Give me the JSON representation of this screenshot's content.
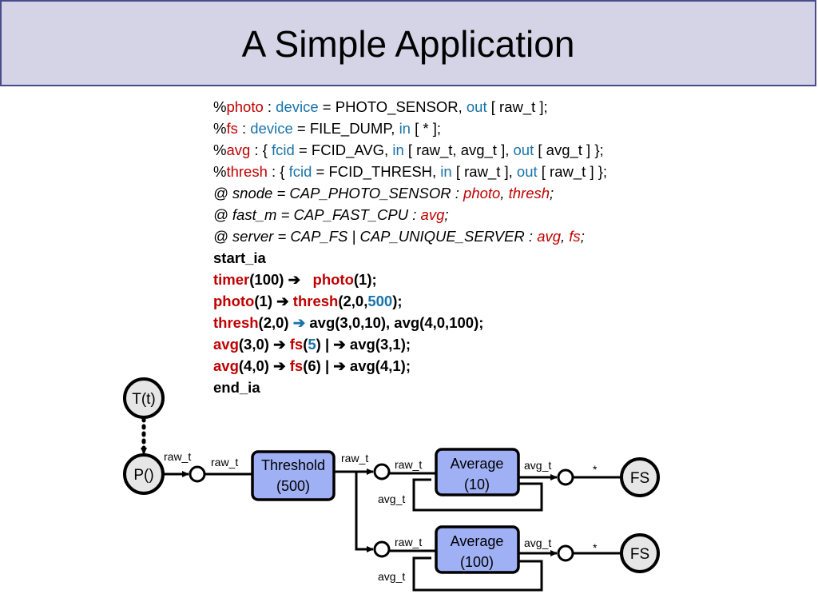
{
  "title": "A Simple Application",
  "code": [
    [
      {
        "t": "%"
      },
      {
        "t": "photo",
        "c": "r"
      },
      {
        "t": " : "
      },
      {
        "t": "device",
        "c": "b"
      },
      {
        "t": " = PHOTO_SENSOR, "
      },
      {
        "t": "out",
        "c": "b"
      },
      {
        "t": " [ raw_t ];"
      }
    ],
    [
      {
        "t": "%"
      },
      {
        "t": "fs",
        "c": "r"
      },
      {
        "t": " : "
      },
      {
        "t": "device",
        "c": "b"
      },
      {
        "t": " = FILE_DUMP, "
      },
      {
        "t": "in",
        "c": "b"
      },
      {
        "t": " [ * ];"
      }
    ],
    [
      {
        "t": "%"
      },
      {
        "t": "avg",
        "c": "r"
      },
      {
        "t": " : { "
      },
      {
        "t": "fcid",
        "c": "b"
      },
      {
        "t": " = FCID_AVG, "
      },
      {
        "t": "in",
        "c": "b"
      },
      {
        "t": " [ raw_t, avg_t ], "
      },
      {
        "t": "out",
        "c": "b"
      },
      {
        "t": " [ avg_t ] };"
      }
    ],
    [
      {
        "t": "%"
      },
      {
        "t": "thresh",
        "c": "r"
      },
      {
        "t": " : { "
      },
      {
        "t": "fcid",
        "c": "b"
      },
      {
        "t": " = FCID_THRESH, "
      },
      {
        "t": "in",
        "c": "b"
      },
      {
        "t": " [ raw_t ], "
      },
      {
        "t": "out",
        "c": "b"
      },
      {
        "t": " [ raw_t ] };"
      }
    ],
    [
      {
        "t": "@ snode = CAP_PHOTO_SENSOR : ",
        "c": "i"
      },
      {
        "t": "photo",
        "c": "i r"
      },
      {
        "t": ", ",
        "c": "i"
      },
      {
        "t": "thresh",
        "c": "i r"
      },
      {
        "t": ";",
        "c": "i"
      }
    ],
    [
      {
        "t": "@ fast_m = CAP_FAST_CPU : ",
        "c": "i"
      },
      {
        "t": "avg",
        "c": "i r"
      },
      {
        "t": ";",
        "c": "i"
      }
    ],
    [
      {
        "t": "@ server = CAP_FS | CAP_UNIQUE_SERVER : ",
        "c": "i"
      },
      {
        "t": "avg",
        "c": "i r"
      },
      {
        "t": ", ",
        "c": "i"
      },
      {
        "t": "fs",
        "c": "i r"
      },
      {
        "t": ";",
        "c": "i"
      }
    ],
    [
      {
        "t": "start_ia",
        "c": "k"
      }
    ],
    [
      {
        "t": "timer",
        "c": "k r"
      },
      {
        "t": "(100) ",
        "c": "k"
      },
      {
        "t": "➔",
        "c": "k"
      },
      {
        "t": "   ",
        "c": "k"
      },
      {
        "t": "photo",
        "c": "k r"
      },
      {
        "t": "(1);",
        "c": "k"
      }
    ],
    [
      {
        "t": "photo",
        "c": "k r"
      },
      {
        "t": "(1) ",
        "c": "k"
      },
      {
        "t": "➔",
        "c": "k"
      },
      {
        "t": " ",
        "c": "k"
      },
      {
        "t": "thresh",
        "c": "k r"
      },
      {
        "t": "(2,0,",
        "c": "k"
      },
      {
        "t": "500",
        "c": "k b"
      },
      {
        "t": ");",
        "c": "k"
      }
    ],
    [
      {
        "t": "thresh",
        "c": "k r"
      },
      {
        "t": "(2,0) ",
        "c": "k"
      },
      {
        "t": "➔",
        "c": "k b"
      },
      {
        "t": " avg(3,0,10), avg(4,0,100);",
        "c": "k"
      }
    ],
    [
      {
        "t": "avg",
        "c": "k r"
      },
      {
        "t": "(3,0) ",
        "c": "k"
      },
      {
        "t": "➔",
        "c": "k"
      },
      {
        "t": " ",
        "c": "k"
      },
      {
        "t": "fs",
        "c": "k r"
      },
      {
        "t": "(",
        "c": "k"
      },
      {
        "t": "5",
        "c": "k b"
      },
      {
        "t": ") | ",
        "c": "k"
      },
      {
        "t": "➔",
        "c": "k"
      },
      {
        "t": " avg(3,1);",
        "c": "k"
      }
    ],
    [
      {
        "t": "avg",
        "c": "k r"
      },
      {
        "t": "(4,0) ",
        "c": "k"
      },
      {
        "t": "➔",
        "c": "k"
      },
      {
        "t": " ",
        "c": "k"
      },
      {
        "t": "fs",
        "c": "k r"
      },
      {
        "t": "(6) | ",
        "c": "k"
      },
      {
        "t": "➔",
        "c": "k"
      },
      {
        "t": " avg(4,1);",
        "c": "k"
      }
    ],
    [
      {
        "t": "end_ia",
        "c": "k"
      }
    ]
  ],
  "diagram": {
    "timer": "T(t)",
    "photo": "P()",
    "threshold": [
      "Threshold",
      "(500)"
    ],
    "avg10": [
      "Average",
      "(10)"
    ],
    "avg100": [
      "Average",
      "(100)"
    ],
    "fs1": "FS",
    "fs2": "FS",
    "labels": {
      "photo_out": "raw_t",
      "thresh_in": "raw_t",
      "thresh_out": "raw_t",
      "avg10_in_raw": "raw_t",
      "avg10_in_avg": "avg_t",
      "avg10_out": "avg_t",
      "fs1_in": "*",
      "avg100_in_raw": "raw_t",
      "avg100_in_avg": "avg_t",
      "avg100_out": "avg_t",
      "fs2_in": "*"
    },
    "colors": {
      "box_fill": "#9fb0f5",
      "node_fill": "#e6e6e6",
      "title_bg": "#d4d4e6",
      "title_border": "#4a4a8c",
      "keyword_red": "#c00000",
      "keyword_blue": "#1a73a8"
    }
  }
}
